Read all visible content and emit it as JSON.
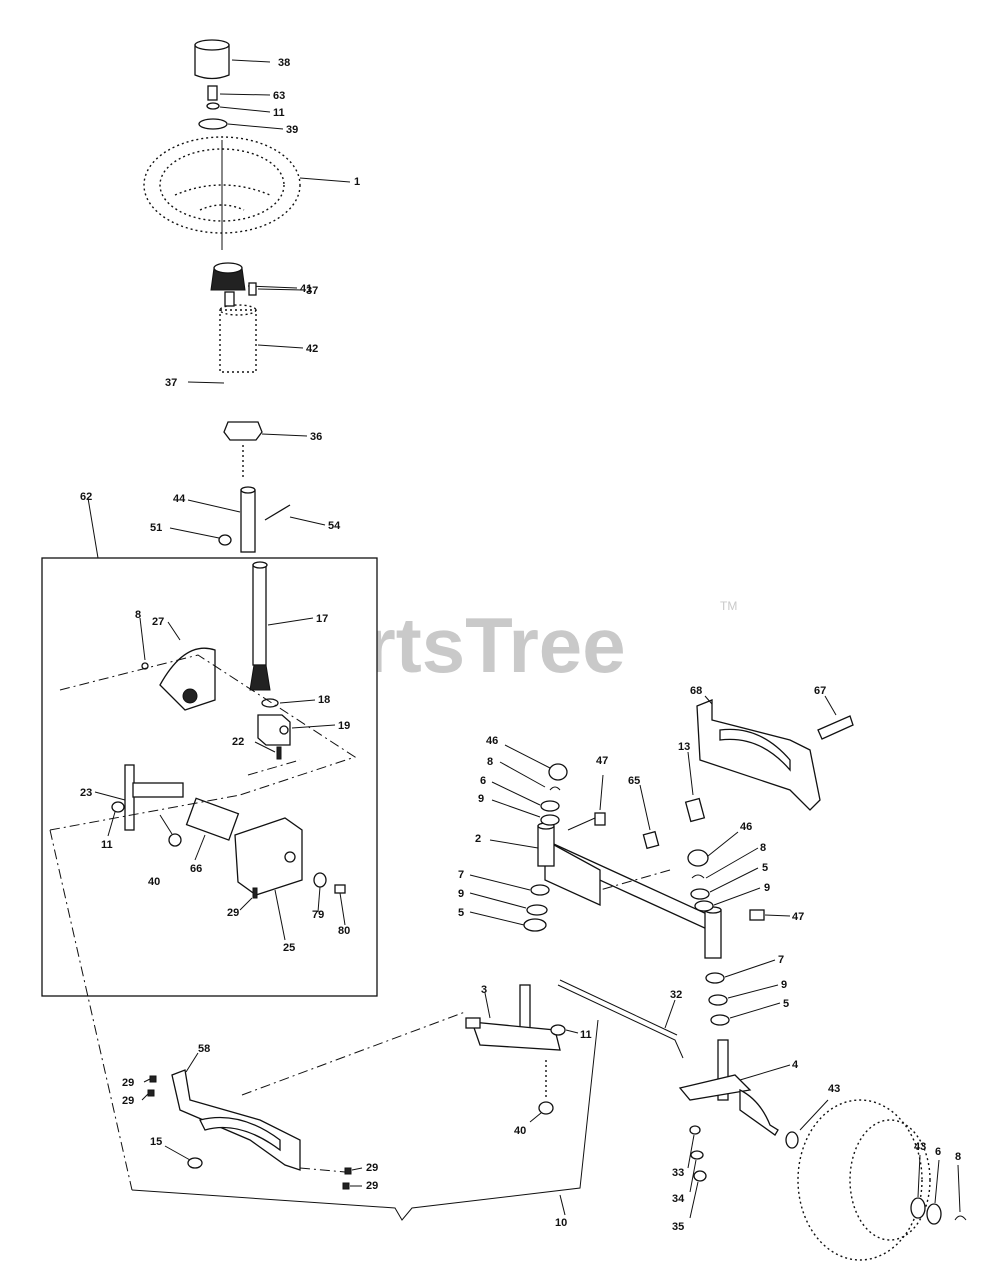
{
  "watermark": {
    "text": "PartsTree",
    "tm": "TM"
  },
  "labels": {
    "l38": "38",
    "l63": "63",
    "l11a": "11",
    "l39": "39",
    "l1": "1",
    "l41": "41",
    "l42": "42",
    "l37a": "37",
    "l37b": "37",
    "l36": "36",
    "l62": "62",
    "l44": "44",
    "l51": "51",
    "l54": "54",
    "l17": "17",
    "l8a": "8",
    "l27": "27",
    "l18": "18",
    "l19": "19",
    "l22": "22",
    "l23": "23",
    "l11b": "11",
    "l40a": "40",
    "l66": "66",
    "l29a": "29",
    "l79": "79",
    "l80": "80",
    "l25": "25",
    "l68": "68",
    "l67": "67",
    "l46a": "46",
    "l8b": "8",
    "l47a": "47",
    "l6a": "6",
    "l9a": "9",
    "l65": "65",
    "l13": "13",
    "l2": "2",
    "l46b": "46",
    "l8c": "8",
    "l5a": "5",
    "l9b": "9",
    "l7a": "7",
    "l9c": "9",
    "l5b": "5",
    "l47b": "47",
    "l7b": "7",
    "l9d": "9",
    "l5c": "5",
    "l3": "3",
    "l32": "32",
    "l11c": "11",
    "l40b": "40",
    "l4": "4",
    "l58": "58",
    "l29b": "29",
    "l29c": "29",
    "l15": "15",
    "l29d": "29",
    "l29e": "29",
    "l43a": "43",
    "l33": "33",
    "l34": "34",
    "l35": "35",
    "l43b": "43",
    "l6b": "6",
    "l8d": "8",
    "l10": "10"
  }
}
